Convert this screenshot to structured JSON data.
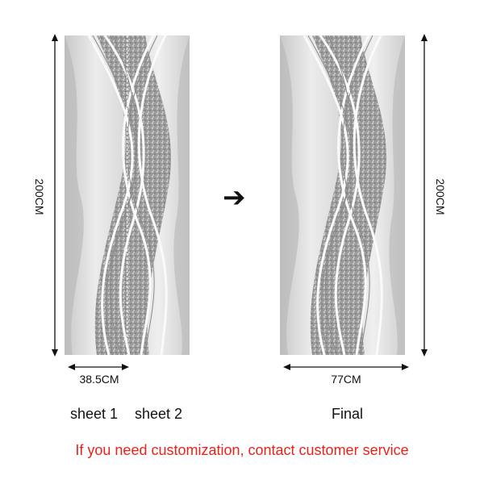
{
  "left": {
    "height_label": "200CM",
    "width_label": "38.5CM",
    "sheet1_label": "sheet 1",
    "sheet2_label": "sheet 2"
  },
  "arrow_glyph": "➔",
  "right": {
    "height_label": "200CM",
    "width_label": "77CM",
    "final_label": "Final"
  },
  "notice": {
    "text": "If you need customization, contact customer service",
    "color": "#e8231b"
  }
}
